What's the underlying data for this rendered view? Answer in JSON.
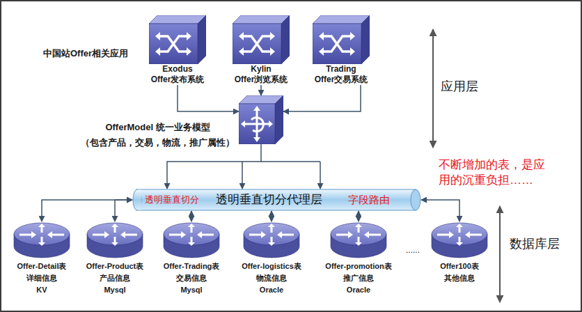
{
  "diagram": {
    "nodes": [
      {
        "text": [
          "Exodus",
          "Offer发布系统"
        ]
      },
      {
        "text": [
          "Kylin",
          "Offer浏览系统"
        ]
      },
      {
        "text": [
          "Trading",
          "Offer交易系统"
        ]
      },
      {
        "text": [
          "OfferModel 统一业务模型",
          "（包含产品，交易，物流，推广属性）"
        ]
      },
      {
        "text": [
          "透明垂直切分",
          "透明垂直切分代理层",
          "字段路由"
        ]
      },
      {
        "text": [
          "Offer-Detail表",
          "详细信息",
          "KV"
        ]
      },
      {
        "text": [
          "Offer-Product表",
          "产品信息",
          "Mysql"
        ]
      },
      {
        "text": [
          "Offer-Trading表",
          "交易信息",
          "Mysql"
        ]
      },
      {
        "text": [
          "Offer-logistics表",
          "物流信息",
          "Oracle"
        ]
      },
      {
        "text": [
          "Offer-promotion表",
          "推广信息",
          "Oracle"
        ]
      },
      {
        "text": [
          "Offer100表",
          "其他信息"
        ]
      }
    ],
    "edges": [
      {
        "from": 0,
        "to": 3,
        "arrow": "to"
      },
      {
        "from": 1,
        "to": 3,
        "arrow": "to"
      },
      {
        "from": 2,
        "to": 3,
        "arrow": "to"
      },
      {
        "from": 3,
        "to": 4,
        "arrow": "to"
      },
      {
        "from": 4,
        "to": 5,
        "arrow": "both"
      },
      {
        "from": 4,
        "to": 6,
        "arrow": "both"
      },
      {
        "from": 4,
        "to": 7,
        "arrow": "both"
      },
      {
        "from": 4,
        "to": 8,
        "arrow": "both"
      },
      {
        "from": 4,
        "to": 9,
        "arrow": "both"
      },
      {
        "from": 4,
        "to": 10,
        "arrow": "both"
      }
    ],
    "labels": [
      "中国站Offer相关应用",
      "应用层",
      "不断增加的表，是应用的沉重负担……",
      "数据库层",
      "......"
    ]
  }
}
